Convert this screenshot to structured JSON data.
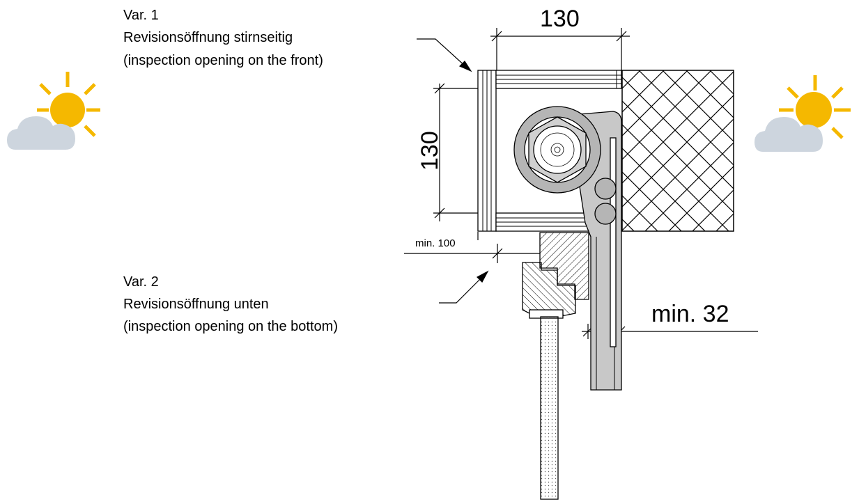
{
  "annotations": {
    "var1": {
      "title": "Var. 1",
      "line1": "Revisionsöffnung stirnseitig",
      "line2": "(inspection opening on the front)"
    },
    "var2": {
      "title": "Var. 2",
      "line1": "Revisionsöffnung unten",
      "line2": "(inspection opening on the bottom)"
    }
  },
  "dimensions": {
    "width": "130",
    "height": "130",
    "min_inspection": "min. 100",
    "min_depth": "min. 32"
  },
  "icons": {
    "left": "sun-behind-cloud-icon",
    "right": "sun-behind-cloud-icon"
  },
  "colors": {
    "sun": "#f5b800",
    "cloud": "#cdd5de",
    "drum": "#b5b5b5",
    "rail": "#c8c8c8"
  }
}
